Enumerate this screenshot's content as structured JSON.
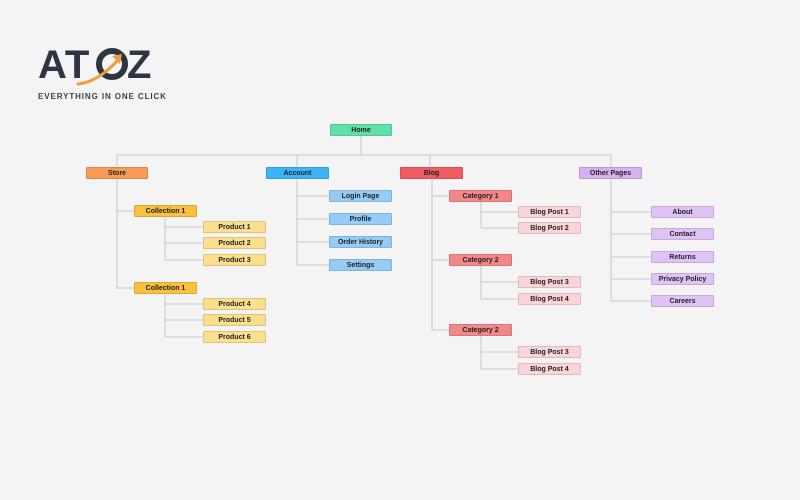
{
  "brand": {
    "logo_text": "ATOZ",
    "tagline": "EVERYTHING IN ONE CLICK",
    "colors": {
      "dark": "#2f3540",
      "accent": "#f29a3a"
    }
  },
  "diagram": {
    "colors": {
      "home": "#5fe0a8",
      "store": "#f89b56",
      "collection": "#fbc13d",
      "product": "#fcdf8d",
      "account": "#3ab5fb",
      "account_child": "#95ccf7",
      "blog": "#f35b63",
      "category": "#f4878a",
      "blog_post": "#fbd4d8",
      "other": "#d7b0f4",
      "other_child": "#dfc3f7",
      "connector": "#c9c9cc"
    },
    "nodes": {
      "home": "Home",
      "store": "Store",
      "collection_1a": "Collection 1",
      "product_1": "Product 1",
      "product_2": "Product 2",
      "product_3": "Product 3",
      "collection_1b": "Collection 1",
      "product_4": "Product 4",
      "product_5": "Product 5",
      "product_6": "Product 6",
      "account": "Account",
      "login_page": "Login Page",
      "profile": "Profile",
      "order_history": "Order History",
      "settings": "Settings",
      "blog": "Blog",
      "category_1": "Category 1",
      "blog_post_1": "Blog Post 1",
      "blog_post_2": "Blog Post 2",
      "category_2a": "Category 2",
      "blog_post_3a": "Blog Post 3",
      "blog_post_4a": "Blog Post 4",
      "category_2b": "Category 2",
      "blog_post_3b": "Blog Post 3",
      "blog_post_4b": "Blog Post 4",
      "other_pages": "Other Pages",
      "about": "About",
      "contact": "Contact",
      "returns": "Returns",
      "privacy_policy": "Privacy Policy",
      "careers": "Careers"
    }
  }
}
